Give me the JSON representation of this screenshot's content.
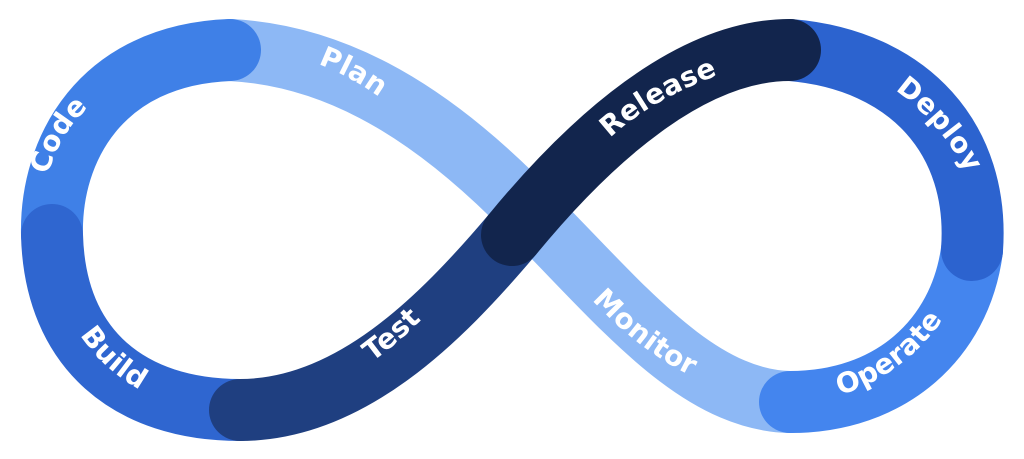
{
  "stages": {
    "plan": "Plan",
    "code": "Code",
    "build": "Build",
    "test": "Test",
    "release": "Release",
    "deploy": "Deploy",
    "operate": "Operate",
    "monitor": "Monitor"
  },
  "colors": {
    "plan": "#8DB8F5",
    "code": "#3F80E7",
    "build": "#2F66D0",
    "test": "#1F3F80",
    "release": "#12254D",
    "deploy": "#2C63CF",
    "operate": "#4485EE",
    "monitor": "#8DB8F5"
  }
}
